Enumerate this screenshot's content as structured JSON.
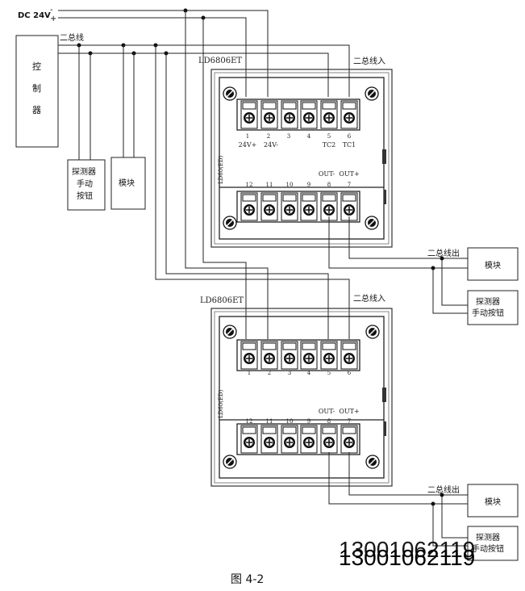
{
  "power": {
    "label": "DC 24V",
    "minus": "-",
    "plus": "+"
  },
  "bus": {
    "label": "二总线"
  },
  "controller": {
    "chars": [
      "控",
      "制",
      "器"
    ]
  },
  "left_boxes": {
    "detector_lines": [
      "探测器",
      "手动",
      "按钮"
    ],
    "module": "模块"
  },
  "units": [
    {
      "model": "LD6806ET",
      "side": "LD60(ED)",
      "bus_in": "二总线入",
      "bus_out": "二总线出",
      "top_nums": [
        "1",
        "2",
        "3",
        "4",
        "5",
        "6"
      ],
      "top_names": [
        "24V+",
        "24V-",
        "",
        "",
        "TC2",
        "TC1"
      ],
      "out_labels": [
        "OUT-",
        "OUT+"
      ],
      "bottom_nums": [
        "12",
        "11",
        "10",
        "9",
        "8",
        "7"
      ],
      "right_module": "模块",
      "right_detector_lines": [
        "探测器",
        "手动按钮"
      ]
    },
    {
      "model": "LD6806ET",
      "side": "LD60(ED)",
      "bus_in": "二总线入",
      "bus_out": "二总线出",
      "top_nums": [
        "1",
        "2",
        "3",
        "4",
        "5",
        "6"
      ],
      "top_names": [
        "",
        "",
        "",
        "",
        "",
        ""
      ],
      "out_labels": [
        "OUT-",
        "OUT+"
      ],
      "bottom_nums": [
        "12",
        "11",
        "10",
        "9",
        "8",
        "7"
      ],
      "right_module": "模块",
      "right_detector_lines": [
        "探测器",
        "手动按钮"
      ]
    }
  ],
  "watermark": "13001062119",
  "caption": "图 4-2"
}
